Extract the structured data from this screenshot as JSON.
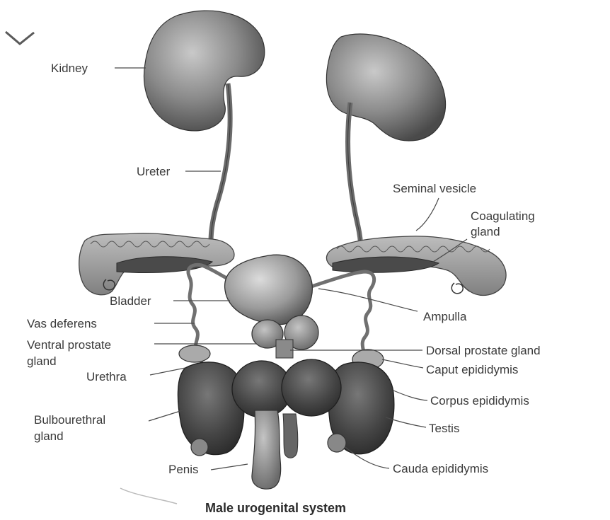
{
  "diagram": {
    "caption": "Male urogenital system",
    "labels": {
      "kidney": "Kidney",
      "ureter": "Ureter",
      "seminal_vesicle": "Seminal vesicle",
      "coagulating_gland_1": "Coagulating",
      "coagulating_gland_2": "gland",
      "bladder": "Bladder",
      "ampulla": "Ampulla",
      "vas_deferens": "Vas deferens",
      "ventral_prostate_1": "Ventral prostate",
      "ventral_prostate_2": "gland",
      "dorsal_prostate": "Dorsal prostate gland",
      "urethra": "Urethra",
      "caput_epididymis": "Caput epididymis",
      "bulbourethral_1": "Bulbourethral",
      "bulbourethral_2": "gland",
      "corpus_epididymis": "Corpus epididymis",
      "testis": "Testis",
      "penis": "Penis",
      "cauda_epididymis": "Cauda epididymis"
    },
    "colors": {
      "organ_dark": "#3d3d3d",
      "organ_mid": "#7a7a7a",
      "organ_light": "#b5b5b5",
      "text": "#3a3a3a"
    }
  }
}
